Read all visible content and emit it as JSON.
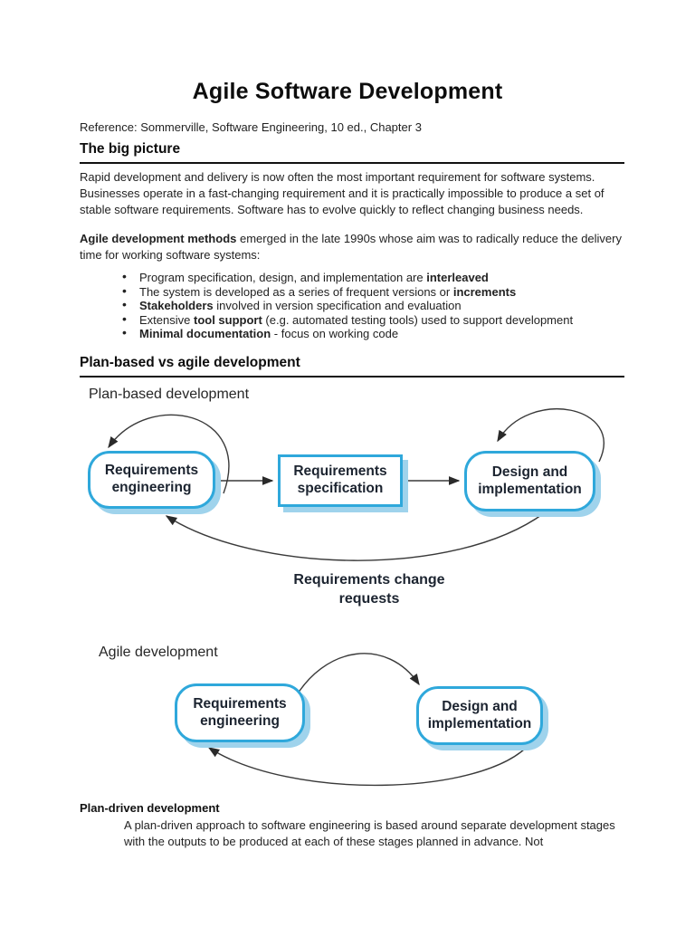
{
  "document": {
    "title": "Agile Software Development",
    "reference": "Reference: Sommerville, Software Engineering, 10 ed., Chapter 3",
    "big_picture": {
      "heading": "The big picture",
      "para1": "Rapid development and delivery is now often the most important requirement for software systems. Businesses operate in a fast-changing requirement and it is practically impossible to produce a set of stable software requirements. Software has to evolve quickly to reflect changing business needs.",
      "para2": [
        {
          "b": "Agile development methods"
        },
        {
          "t": " emerged in the late 1990s whose aim was to radically reduce the delivery time for working software systems:"
        }
      ],
      "bullets": [
        [
          {
            "t": "Program specification, design, and implementation are "
          },
          {
            "b": "interleaved"
          }
        ],
        [
          {
            "t": "The system is developed as a series of frequent versions or "
          },
          {
            "b": "increments"
          }
        ],
        [
          {
            "b": "Stakeholders"
          },
          {
            "t": " involved in version specification and evaluation"
          }
        ],
        [
          {
            "t": "Extensive "
          },
          {
            "b": "tool support"
          },
          {
            "t": " (e.g. automated testing tools) used to support development"
          }
        ],
        [
          {
            "b": "Minimal documentation"
          },
          {
            "t": " - focus on working code"
          }
        ]
      ]
    },
    "plan_vs_agile": {
      "heading": "Plan-based vs agile development",
      "fig_plan_based": {
        "label": "Plan-based development",
        "node_req_eng": "Requirements engineering",
        "node_req_spec": "Requirements specification",
        "node_design_impl": "Design and implementation",
        "arc_label": "Requirements change requests"
      },
      "fig_agile": {
        "label": "Agile development",
        "node_req_eng": "Requirements engineering",
        "node_design_impl": "Design and implementation"
      }
    },
    "plan_driven": {
      "heading": "Plan-driven development",
      "para": "A plan-driven approach to software engineering is based around separate development stages with the outputs to be produced at each of these stages planned in advance. Not"
    },
    "colors": {
      "diagram_border": "#2fa8db",
      "diagram_shadow": "#9fd3ec",
      "arrow": "#3a3a3a",
      "text": "#1a1a1a"
    }
  }
}
